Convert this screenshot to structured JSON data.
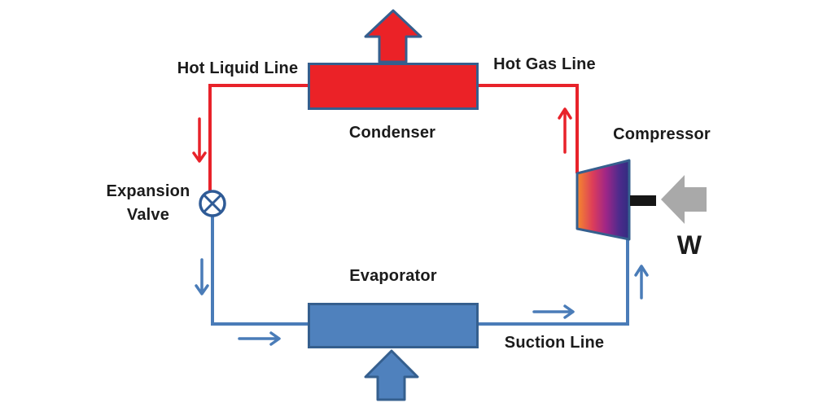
{
  "diagram": {
    "type": "refrigeration-cycle-schematic",
    "components": {
      "condenser": {
        "label": "Condenser"
      },
      "evaporator": {
        "label": "Evaporator"
      },
      "compressor": {
        "label": "Compressor"
      },
      "expansion_valve": {
        "label_line1": "Expansion",
        "label_line2": "Valve"
      }
    },
    "lines": {
      "hot_liquid": {
        "label": "Hot Liquid Line"
      },
      "hot_gas": {
        "label": "Hot Gas Line"
      },
      "suction": {
        "label": "Suction Line"
      }
    },
    "work_input": {
      "label": "W"
    },
    "colors": {
      "hot_pipe": "#E8222A",
      "cold_pipe": "#4A7CB8",
      "condenser_fill": "#EB2227",
      "evaporator_fill": "#4F81BD",
      "component_border": "#355F8E",
      "valve_border": "#2F5B96",
      "work_arrow": "#A9A9A9",
      "shaft": "#161616",
      "compressor_gradient": [
        "#F6892D",
        "#DC3D5A",
        "#A02687",
        "#4F2B8C",
        "#312C80"
      ],
      "text": "#1B1B1B",
      "background": "#FFFFFF"
    }
  }
}
